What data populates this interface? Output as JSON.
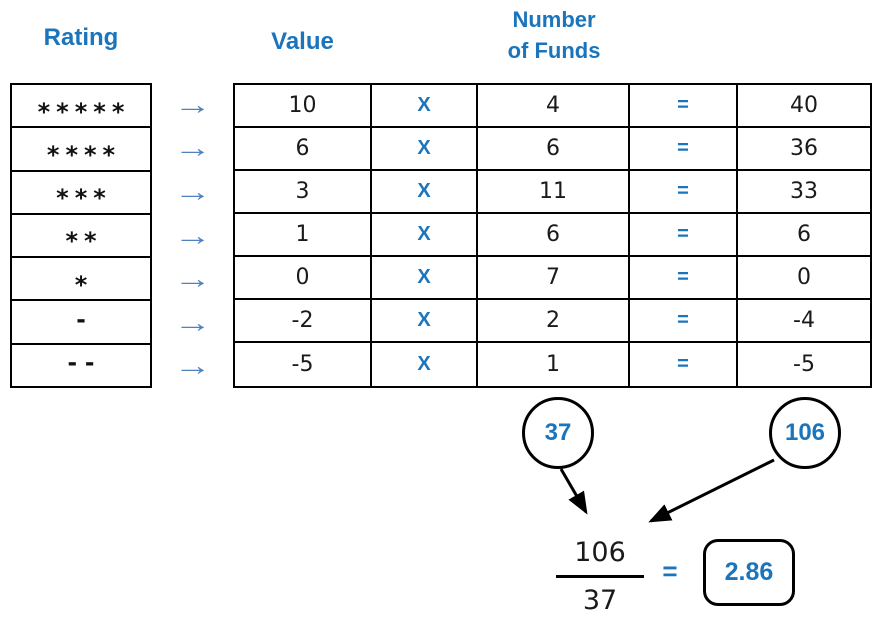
{
  "headers": {
    "rating": "Rating",
    "value": "Value",
    "funds_line1": "Number",
    "funds_line2": "of Funds"
  },
  "operators": {
    "map_arrow": "→",
    "multiply": "X",
    "equals": "="
  },
  "rows": [
    {
      "rating": "*****",
      "rating_kind": "stars",
      "value": "10",
      "funds": "4",
      "product": "40"
    },
    {
      "rating": "****",
      "rating_kind": "stars",
      "value": "6",
      "funds": "6",
      "product": "36"
    },
    {
      "rating": "***",
      "rating_kind": "stars",
      "value": "3",
      "funds": "11",
      "product": "33"
    },
    {
      "rating": "**",
      "rating_kind": "stars",
      "value": "1",
      "funds": "6",
      "product": "6"
    },
    {
      "rating": "*",
      "rating_kind": "stars",
      "value": "0",
      "funds": "7",
      "product": "0"
    },
    {
      "rating": "-",
      "rating_kind": "dashes",
      "value": "-2",
      "funds": "2",
      "product": "-4"
    },
    {
      "rating": "--",
      "rating_kind": "dashes",
      "value": "-5",
      "funds": "1",
      "product": "-5"
    }
  ],
  "summary": {
    "total_funds_circle": "37",
    "total_points_circle": "106",
    "fraction_numerator": "106",
    "fraction_denominator": "37",
    "equals": "=",
    "result": "2.86"
  },
  "colors": {
    "accent_blue": "#1b75bc",
    "arrow_blue": "#4f81bd",
    "text_black": "#1a1a1a",
    "border_black": "#000000"
  }
}
